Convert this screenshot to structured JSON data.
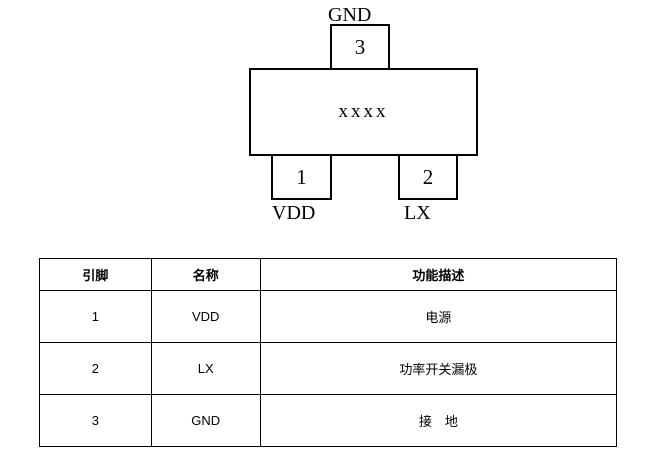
{
  "diagram": {
    "chip_marking": "xxxx",
    "pins": [
      {
        "number": "3",
        "label": "GND"
      },
      {
        "number": "1",
        "label": "VDD"
      },
      {
        "number": "2",
        "label": "LX"
      }
    ]
  },
  "table": {
    "headers": [
      "引脚",
      "名称",
      "功能描述"
    ],
    "rows": [
      [
        "1",
        "VDD",
        "电源"
      ],
      [
        "2",
        "LX",
        "功率开关漏极"
      ],
      [
        "3",
        "GND",
        "接　地"
      ]
    ]
  }
}
